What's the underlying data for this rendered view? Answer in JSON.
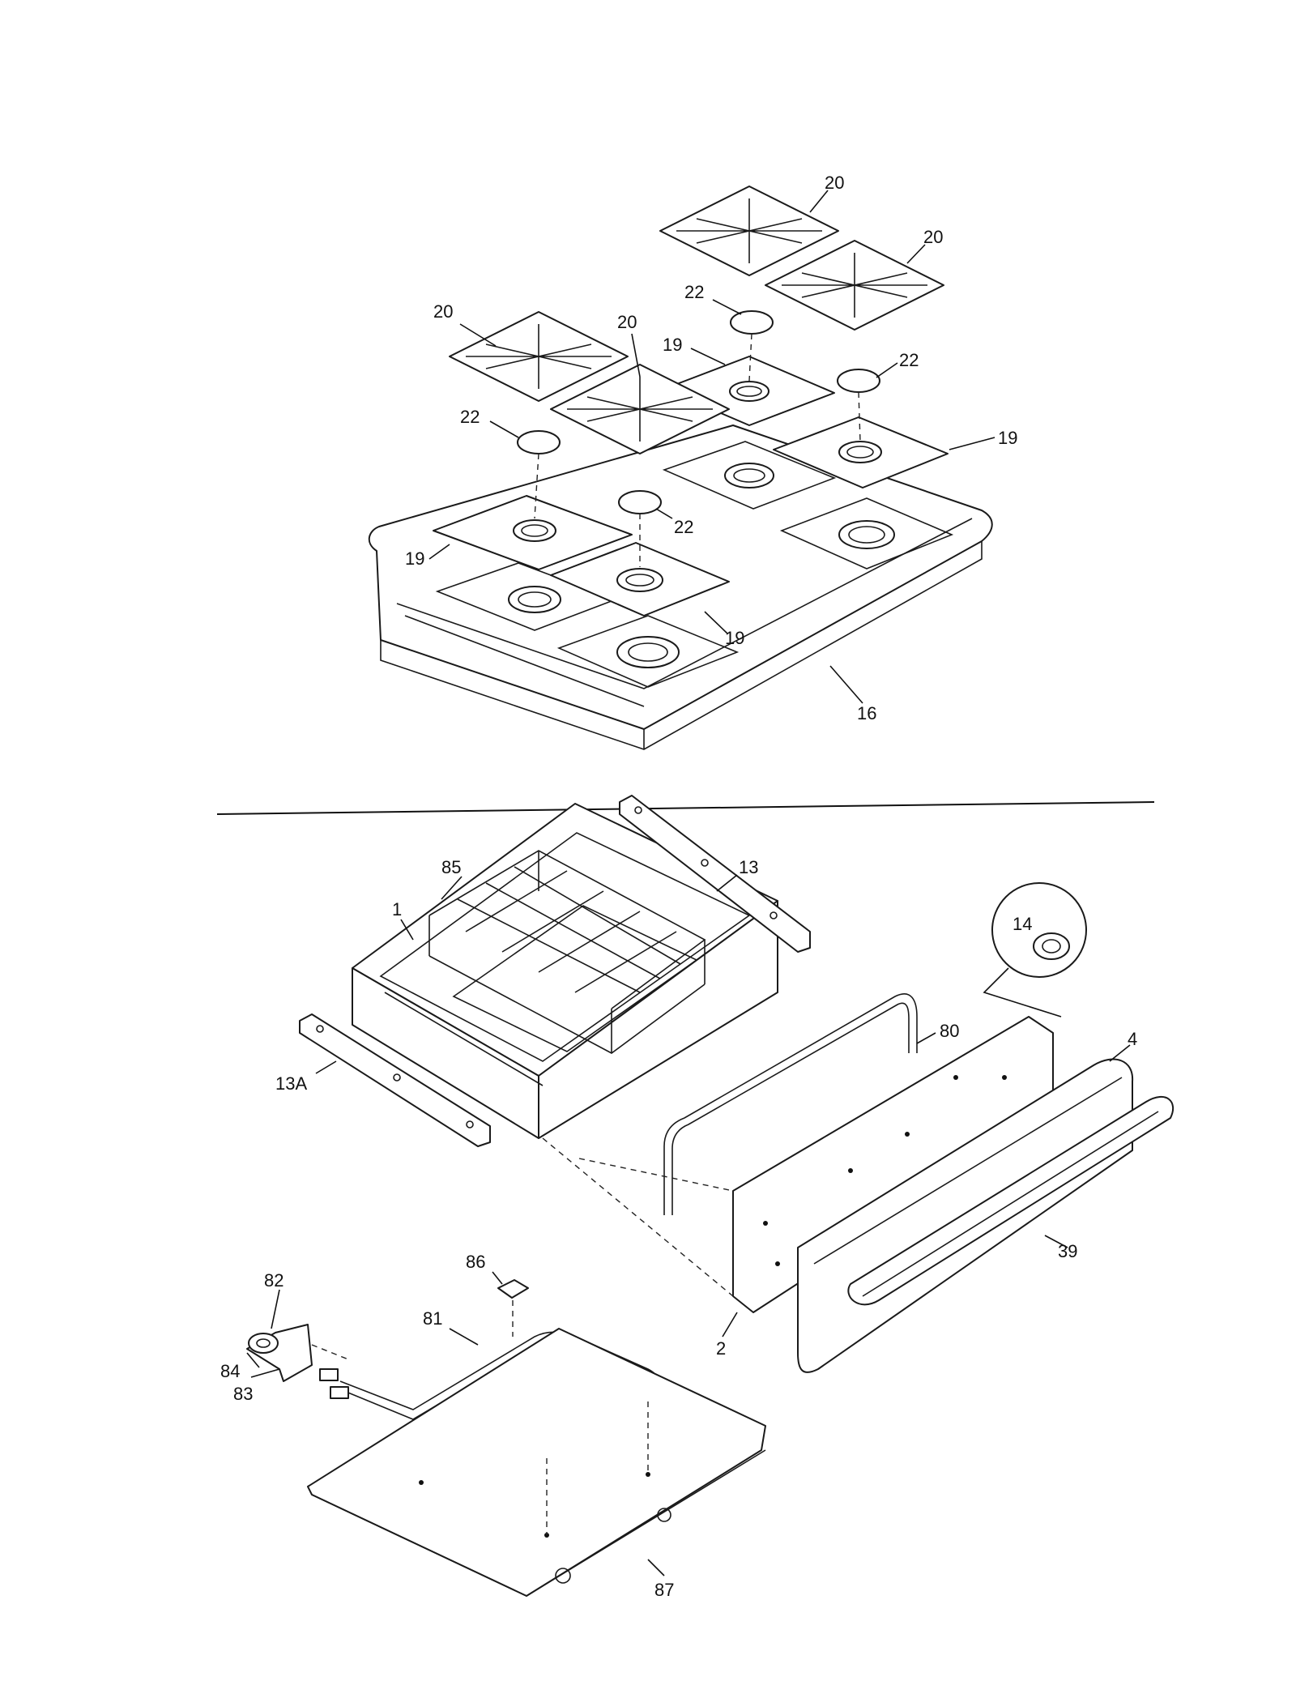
{
  "callouts": {
    "grate_a": "20",
    "grate_b": "20",
    "grate_c": "20",
    "grate_d": "20",
    "cap_a": "22",
    "cap_b": "22",
    "cap_c": "22",
    "cap_d": "22",
    "pan_a": "19",
    "pan_b": "19",
    "pan_c": "19",
    "pan_d": "19",
    "cooktop": "16",
    "rack": "85",
    "box": "1",
    "slide_right": "13",
    "slide_left": "13A",
    "knob_detail": "14",
    "handle_rod": "80",
    "drawer_panel": "4",
    "handle": "39",
    "liner": "2",
    "bake_element": "81",
    "igniter_82": "82",
    "igniter_83": "83",
    "igniter_84": "84",
    "clip": "86",
    "bottom_panel": "87"
  }
}
